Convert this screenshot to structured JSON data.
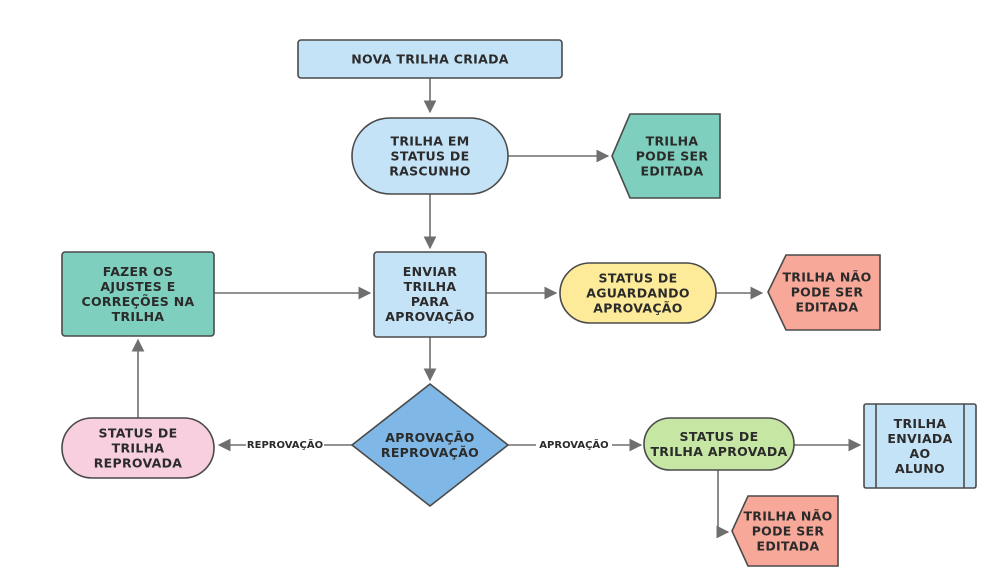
{
  "colors": {
    "blue": "#c5e3f7",
    "teal": "#7ecfbd",
    "salmon": "#f7a898",
    "yellow": "#fdeb9a",
    "pink": "#f7cfdf",
    "green": "#c6e7a3",
    "diamond": "#7fb8e6",
    "line": "#6f6f6f"
  },
  "nodes": {
    "nova_trilha": {
      "lines": [
        "NOVA TRILHA CRIADA"
      ]
    },
    "rascunho": {
      "lines": [
        "TRILHA EM",
        "STATUS DE",
        "RASCUNHO"
      ]
    },
    "pode_editar": {
      "lines": [
        "TRILHA",
        "PODE SER",
        "EDITADA"
      ]
    },
    "enviar": {
      "lines": [
        "ENVIAR",
        "TRILHA",
        "PARA",
        "APROVAÇÃO"
      ]
    },
    "ajustes": {
      "lines": [
        "FAZER OS",
        "AJUSTES E",
        "CORREÇÕES NA",
        "TRILHA"
      ]
    },
    "aguardando": {
      "lines": [
        "STATUS DE",
        "AGUARDANDO",
        "APROVAÇÃO"
      ]
    },
    "nao_editar_1": {
      "lines": [
        "TRILHA NÃO",
        "PODE SER",
        "EDITADA"
      ]
    },
    "decisao": {
      "lines": [
        "APROVAÇÃO",
        "REPROVAÇÃO"
      ]
    },
    "reprovada": {
      "lines": [
        "STATUS DE",
        "TRILHA",
        "REPROVADA"
      ]
    },
    "aprovada": {
      "lines": [
        "STATUS DE",
        "TRILHA APROVADA"
      ]
    },
    "enviada": {
      "lines": [
        "TRILHA",
        "ENVIADA",
        "AO",
        "ALUNO"
      ]
    },
    "nao_editar_2": {
      "lines": [
        "TRILHA NÃO",
        "PODE SER",
        "EDITADA"
      ]
    }
  },
  "edge_labels": {
    "reprovacao": "REPROVAÇÃO",
    "aprovacao": "APROVAÇÃO"
  }
}
